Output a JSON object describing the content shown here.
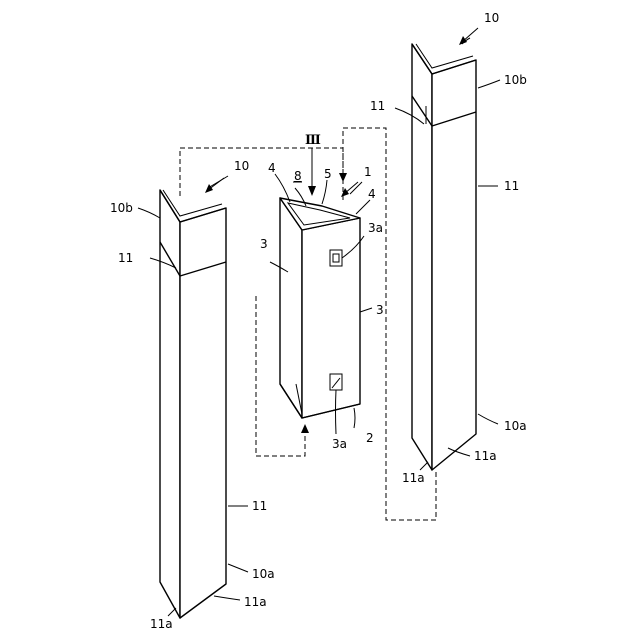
{
  "labels": {
    "l10_right": "10",
    "l10b_right": "10b",
    "l11_right_top": "11",
    "l11_right_mid": "11",
    "l10a_right": "10a",
    "l11a_right_bottom": "11a",
    "l11a_right_left": "11a",
    "l10_left": "10",
    "l10b_left": "10b",
    "l11_left_top": "11",
    "l11_left_mid": "11",
    "l10a_left": "10a",
    "l11a_left_bottom": "11a",
    "l11a_left_right": "11a",
    "l1": "1",
    "l2": "2",
    "l3_left": "3",
    "l3_right": "3",
    "l3a_top": "3a",
    "l3a_bottom": "3a",
    "l4_left": "4",
    "l4_right": "4",
    "l5": "5",
    "l8": "8",
    "lIII": "Ⅲ"
  }
}
